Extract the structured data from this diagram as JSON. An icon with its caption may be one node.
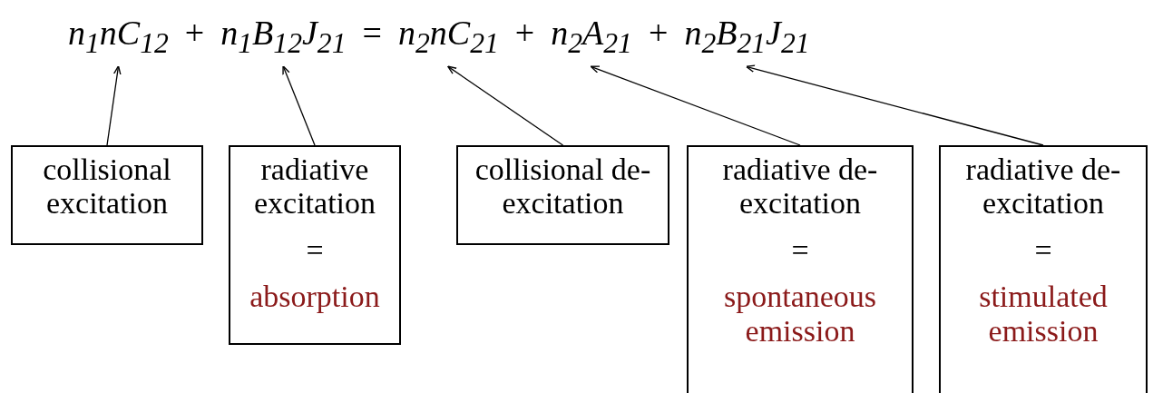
{
  "diagram": {
    "nodes": [
      {
        "text": [
          "n$_{1}$nC$_{12}$"
        ]
      },
      {
        "text": [
          "n$_{1}$B$_{12}$J$_{21}$"
        ]
      },
      {
        "text": [
          "n$_{2}$nC$_{21}$"
        ]
      },
      {
        "text": [
          "n$_{2}$A$_{21}$"
        ]
      },
      {
        "text": [
          "n$_{2}$B$_{21}$J$_{21}$"
        ]
      },
      {
        "text": [
          "collisional excitation"
        ]
      },
      {
        "text": [
          "radiative excitation",
          "=",
          "absorption"
        ]
      },
      {
        "text": [
          "collisional de-excitation"
        ]
      },
      {
        "text": [
          "radiative de-excitation",
          "=",
          "spontaneous emission"
        ]
      },
      {
        "text": [
          "radiative de-excitation",
          "=",
          "stimulated emission"
        ]
      }
    ],
    "edges": [
      {
        "from": 5,
        "to": 0,
        "arrow": "to"
      },
      {
        "from": 6,
        "to": 1,
        "arrow": "to"
      },
      {
        "from": 7,
        "to": 2,
        "arrow": "to"
      },
      {
        "from": 8,
        "to": 3,
        "arrow": "to"
      },
      {
        "from": 9,
        "to": 4,
        "arrow": "to"
      }
    ],
    "labels": [
      "+",
      "=",
      "+",
      "+"
    ]
  }
}
